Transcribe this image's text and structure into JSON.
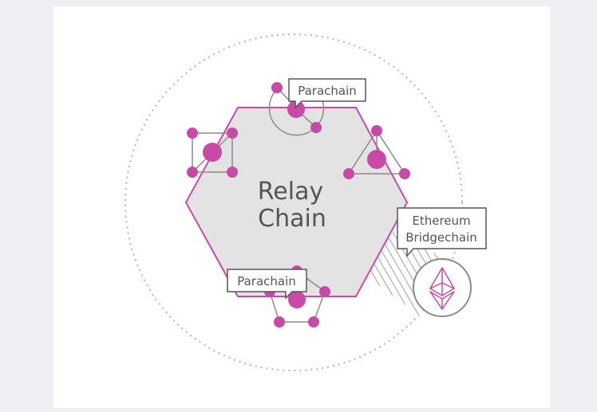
{
  "colors": {
    "magenta": "#c94aa6",
    "magenta_dark": "#9c2f80",
    "hex_fill": "#e3e3e3",
    "node_gray": "#8a8a8a",
    "label_border": "#555555",
    "text": "#555555",
    "dotted_ring": "#b5b5b5",
    "stripes": "#a8a8a8",
    "background": "#eef0f4",
    "card": "#ffffff"
  },
  "relay_chain": {
    "line1": "Relay",
    "line2": "Chain"
  },
  "labels": {
    "parachain_top": "Parachain",
    "parachain_bottom": "Parachain",
    "bridge_line1": "Ethereum",
    "bridge_line2": "Bridgechain"
  },
  "icons": {
    "ethereum": "ethereum-diamond-icon"
  }
}
